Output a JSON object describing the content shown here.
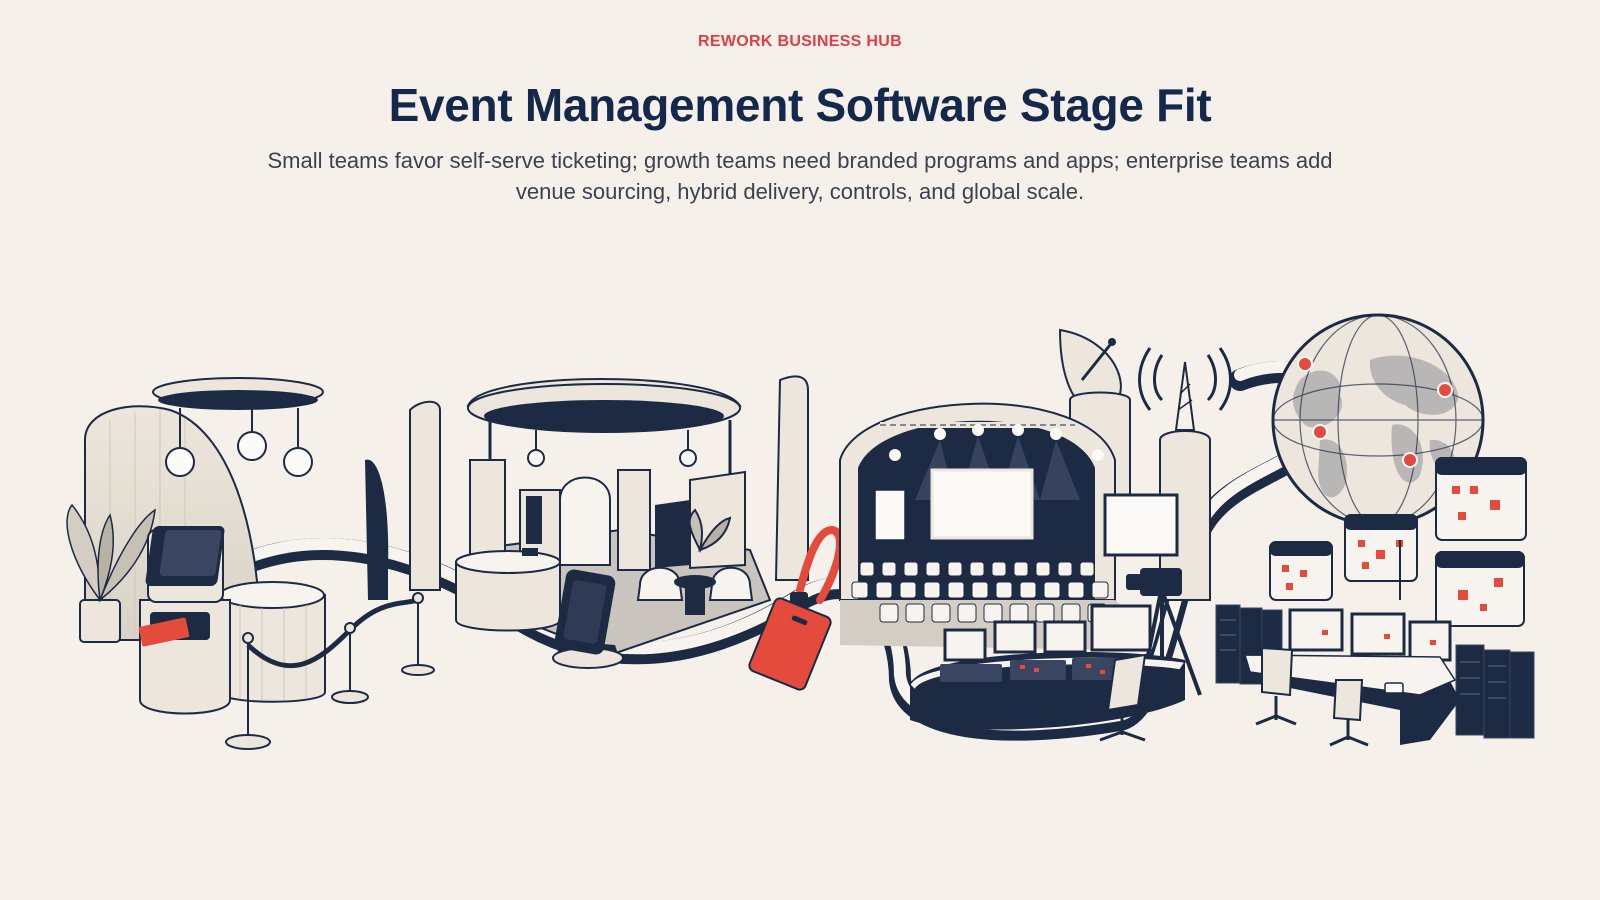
{
  "header": {
    "eyebrow": "REWORK BUSINESS HUB",
    "title": "Event Management Software Stage Fit",
    "subtitle": "Small teams favor self-serve ticketing; growth teams need branded programs and apps; enterprise teams add venue sourcing, hybrid delivery, controls, and global scale."
  },
  "colors": {
    "background": "#f5f1ea",
    "navy": "#1d2a44",
    "accent": "#e44b3c",
    "cream": "#ece6dc",
    "gray": "#b9b7b5"
  },
  "illustration": {
    "scenes": [
      {
        "id": "small-team-ticketing",
        "icons": [
          "ticket-kiosk-icon",
          "plant-icon",
          "pendant-lights-icon",
          "stanchion-icon"
        ]
      },
      {
        "id": "growth-branded-booth",
        "icons": [
          "booth-canopy-icon",
          "tablet-kiosk-icon",
          "lounge-chairs-icon",
          "lanyard-badge-icon"
        ]
      },
      {
        "id": "enterprise-hybrid-stage",
        "icons": [
          "stage-icon",
          "satellite-dish-icon",
          "broadcast-tower-icon",
          "camera-icon",
          "control-desk-icon"
        ]
      },
      {
        "id": "enterprise-global-scale",
        "icons": [
          "globe-icon",
          "calendar-icon",
          "server-rack-icon",
          "operations-center-icon"
        ]
      }
    ]
  }
}
